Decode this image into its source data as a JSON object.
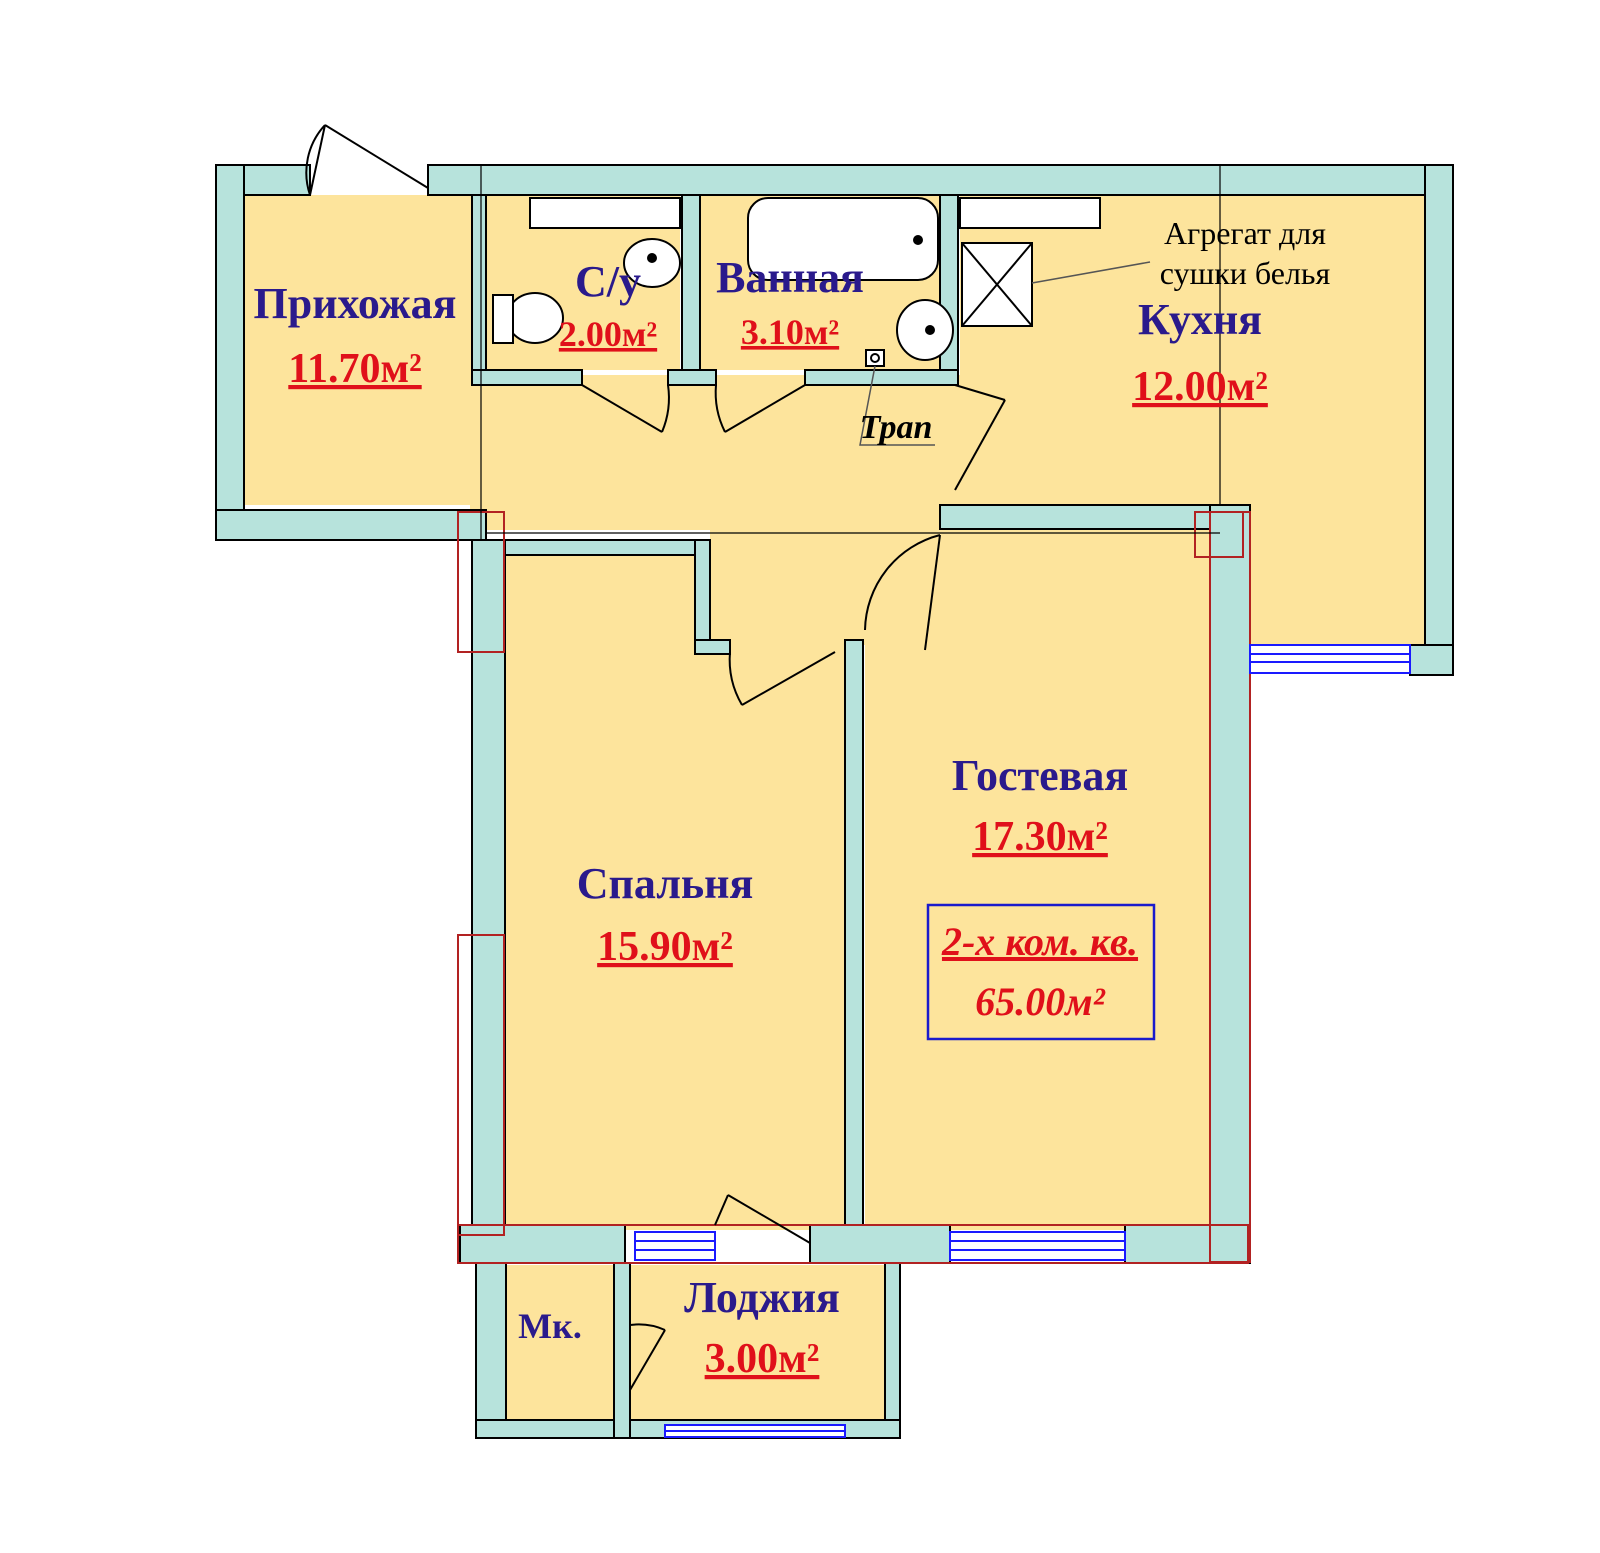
{
  "colors": {
    "floor": "#fde49c",
    "wall": "#b7e3dc",
    "outline": "#000000",
    "name_text": "#2a1a8c",
    "area_text": "#e0101a",
    "window": "#1a1aff",
    "column": "#b22222",
    "total_box": "#1a1acc"
  },
  "rooms": {
    "hallway": {
      "name": "Прихожая",
      "area": "11.70м²"
    },
    "wc": {
      "name": "С/у",
      "area": "2.00м²"
    },
    "bathroom": {
      "name": "Ванная",
      "area": "3.10м²"
    },
    "kitchen": {
      "name": "Кухня",
      "area": "12.00м²"
    },
    "guest": {
      "name": "Гостевая",
      "area": "17.30м²"
    },
    "bedroom": {
      "name": "Спальня",
      "area": "15.90м²"
    },
    "loggia": {
      "name": "Лоджия",
      "area": "3.00м²"
    },
    "closet": {
      "name": "Мк."
    }
  },
  "annotations": {
    "dryer_line1": "Агрегат для",
    "dryer_line2": "сушки белья",
    "drain": "Трап"
  },
  "total": {
    "line1": "2-х ком. кв.",
    "line2": "65.00м²"
  }
}
